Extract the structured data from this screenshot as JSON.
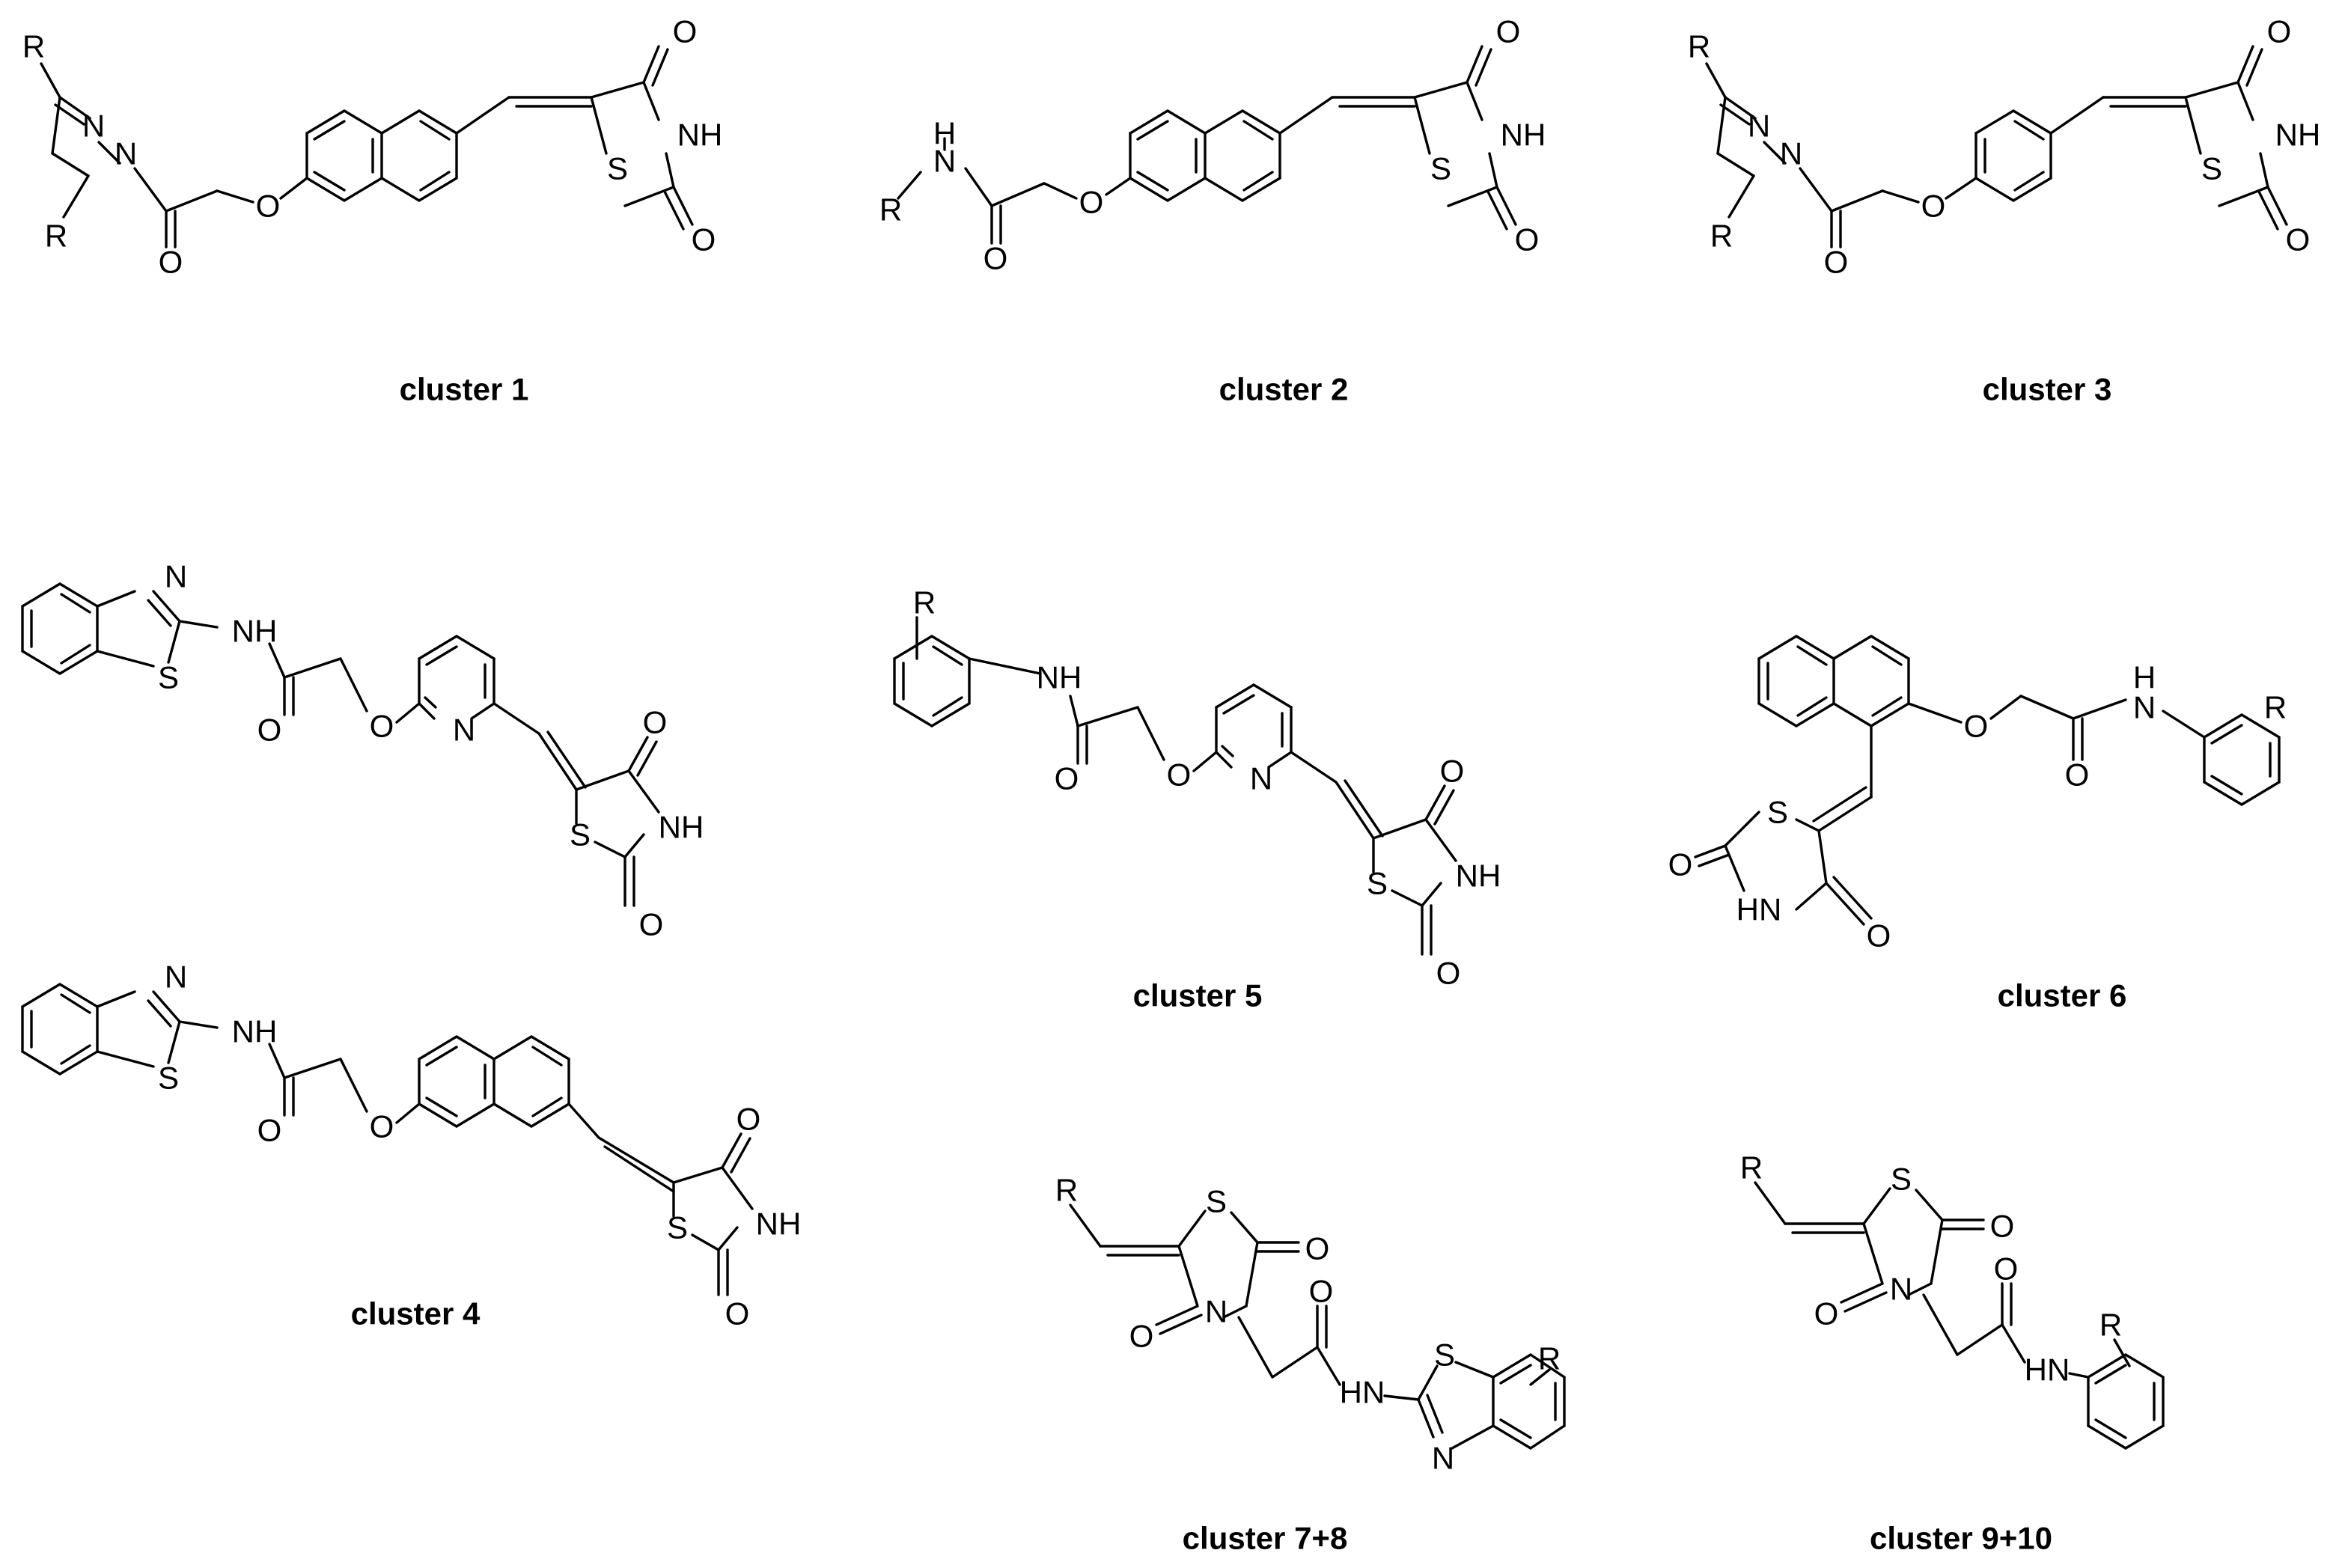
{
  "captions": {
    "c1": "cluster 1",
    "c2": "cluster 2",
    "c3": "cluster 3",
    "c4": "cluster 4",
    "c5": "cluster 5",
    "c6": "cluster 6",
    "c78": "cluster 7+8",
    "c910": "cluster 9+10"
  },
  "atoms": {
    "r": "R",
    "n": "N",
    "o": "O",
    "s": "S",
    "nh": "NH",
    "hn": "HN",
    "h": "H"
  },
  "colors": {
    "ink": "#000000",
    "background": "#ffffff"
  }
}
